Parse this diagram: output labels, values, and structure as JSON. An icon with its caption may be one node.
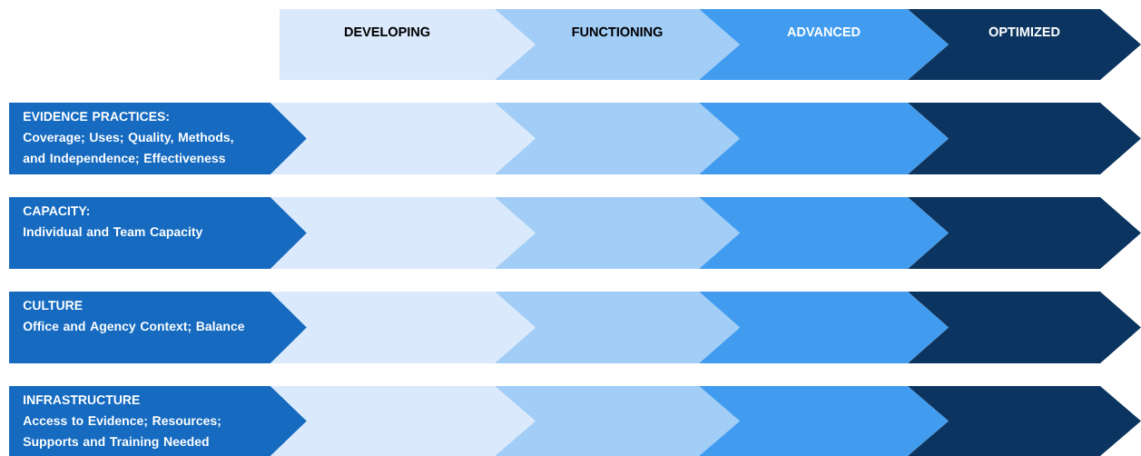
{
  "diagram": {
    "nodes": [
      {
        "text": [
          "DEVELOPING"
        ]
      },
      {
        "text": [
          "FUNCTIONING"
        ]
      },
      {
        "text": [
          "ADVANCED"
        ]
      },
      {
        "text": [
          "OPTIMIZED"
        ]
      },
      {
        "text": [
          "EVIDENCE PRACTICES:",
          "Coverage; Uses; Quality, Methods, and Independence; Effectiveness"
        ]
      },
      {
        "text": [],
        "shape": "chevron"
      },
      {
        "text": [],
        "shape": "chevron"
      },
      {
        "text": [],
        "shape": "chevron"
      },
      {
        "text": [],
        "shape": "chevron"
      },
      {
        "text": [
          "CAPACITY:",
          "Individual and Team Capacity"
        ]
      },
      {
        "text": [],
        "shape": "chevron"
      },
      {
        "text": [],
        "shape": "chevron"
      },
      {
        "text": [],
        "shape": "chevron"
      },
      {
        "text": [],
        "shape": "chevron"
      },
      {
        "text": [
          "CULTURE",
          "Office and Agency Context; Balance"
        ]
      },
      {
        "text": [],
        "shape": "chevron"
      },
      {
        "text": [],
        "shape": "chevron"
      },
      {
        "text": [],
        "shape": "chevron"
      },
      {
        "text": [],
        "shape": "chevron"
      },
      {
        "text": [
          "INFRASTRUCTURE",
          "Access to Evidence; Resources; Supports and Training Needed"
        ]
      },
      {
        "text": [],
        "shape": "chevron"
      },
      {
        "text": [],
        "shape": "chevron"
      },
      {
        "text": [],
        "shape": "chevron"
      },
      {
        "text": [],
        "shape": "chevron"
      }
    ]
  }
}
